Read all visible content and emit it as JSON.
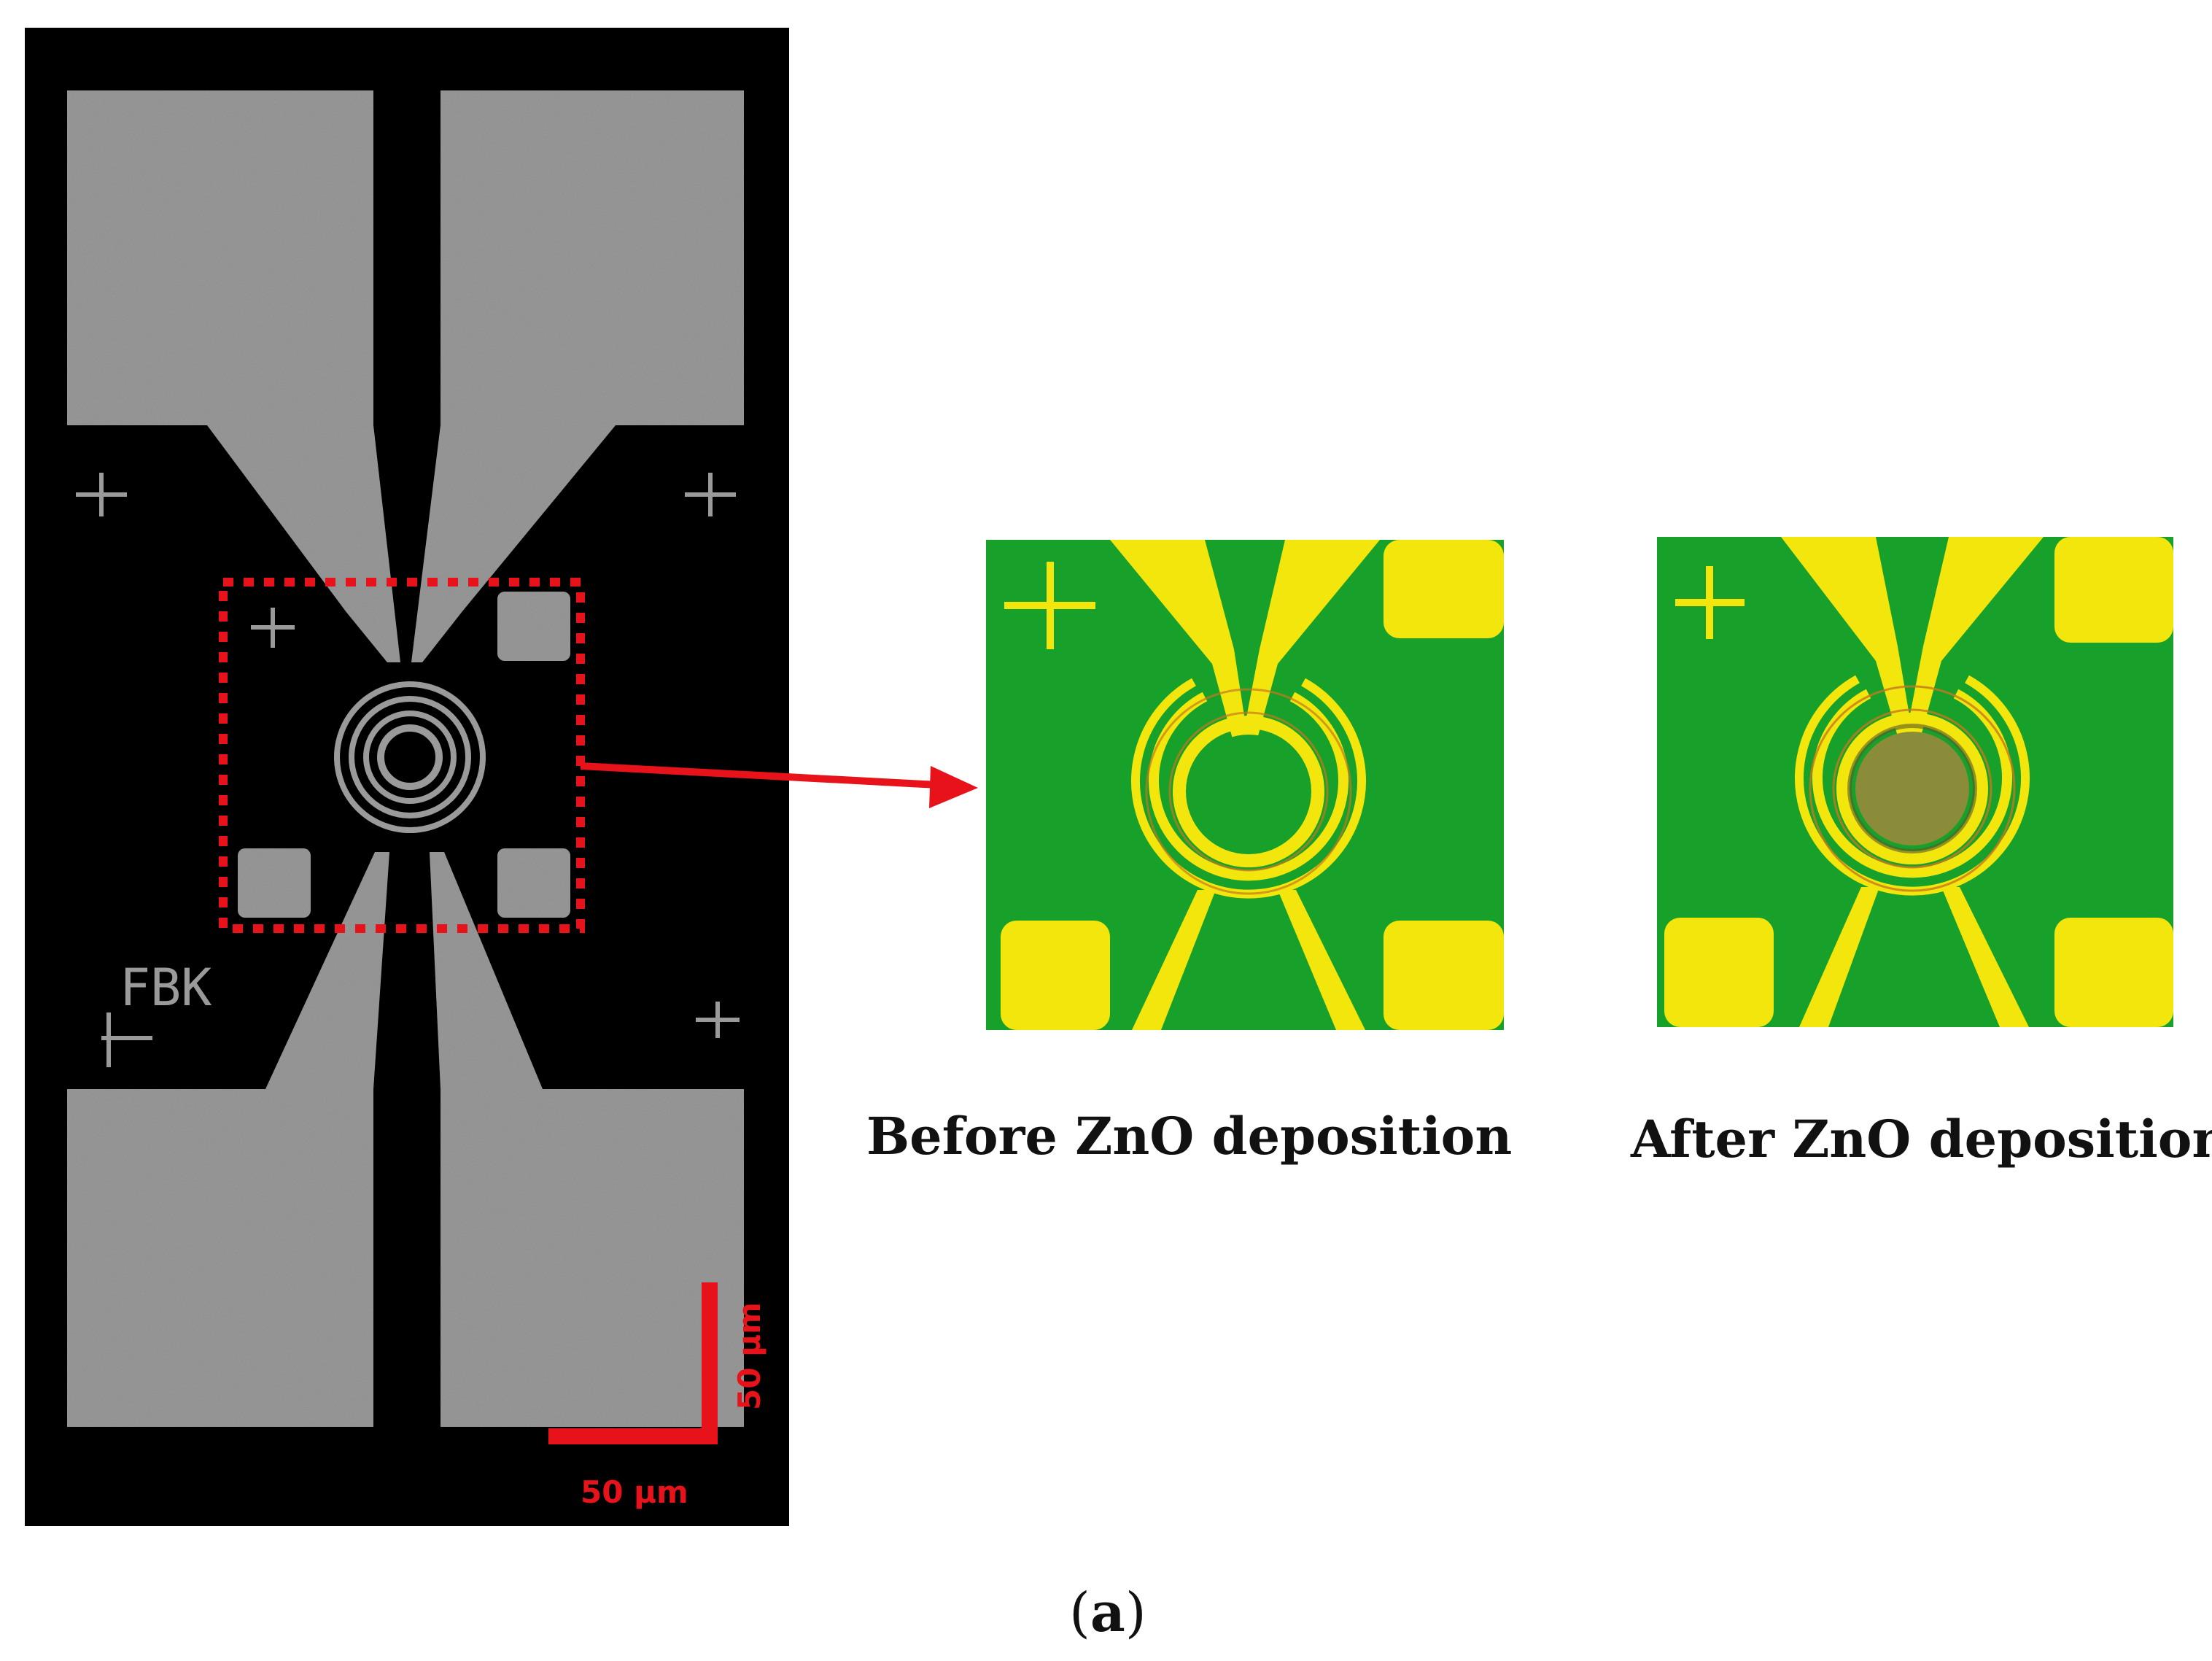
{
  "sem_image": {
    "logo_text": "FBK",
    "scale_bar_horizontal": "50 µm",
    "scale_bar_vertical": "50 µm"
  },
  "captions": {
    "before": "Before ZnO deposition",
    "after": "After ZnO deposition"
  },
  "subfigure": {
    "open": "(",
    "letter": "a",
    "close": ")"
  },
  "colors": {
    "sem_background": "#000000",
    "sem_metal": "#9a9a9a",
    "highlight_red": "#e8121a",
    "optical_substrate": "#17a02a",
    "optical_metal": "#f2e60c",
    "zno_film": "#8a8c3a"
  }
}
